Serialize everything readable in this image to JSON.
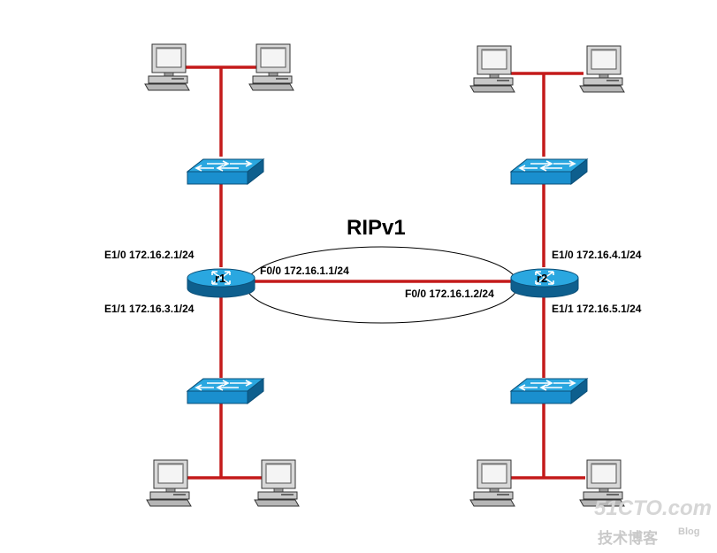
{
  "title": "RIPv1",
  "routers": [
    {
      "name": "r1"
    },
    {
      "name": "r2"
    }
  ],
  "interfaces": {
    "r1_e10": "E1/0 172.16.2.1/24",
    "r1_e11": "E1/1 172.16.3.1/24",
    "r1_f00": "F0/0 172.16.1.1/24",
    "r2_f00": "F0/0 172.16.1.2/24",
    "r2_e10": "E1/0 172.16.4.1/24",
    "r2_e11": "E1/1 172.16.5.1/24"
  },
  "watermark": {
    "site": "51CTO.com",
    "tagline": "技术博客",
    "blog": "Blog"
  },
  "colors": {
    "link": "#c41a1a",
    "device_blue": "#1a8fce",
    "device_dark": "#0e5f8e",
    "pc_body": "#cfcfcf"
  },
  "icons": {
    "router": "router-icon",
    "switch": "switch-icon",
    "pc": "pc-icon"
  }
}
